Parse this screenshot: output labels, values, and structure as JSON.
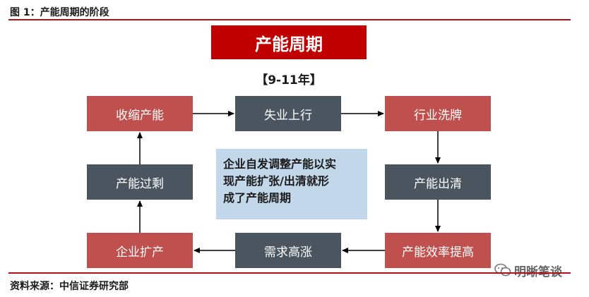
{
  "figure": {
    "title": "图 1：产能周期的阶段",
    "banner": "产能周期",
    "period": "【9-11年】",
    "source": "资料来源：中信证券研究部",
    "watermark": "明晰笔谈"
  },
  "nodes": {
    "shrink": "收缩产能",
    "unemployment": "失业上行",
    "shuffle": "行业洗牌",
    "overcapacity": "产能过剩",
    "clearing": "产能出清",
    "expansion": "企业扩产",
    "demand": "需求高涨",
    "efficiency": "产能效率提高"
  },
  "center_note": {
    "line1": "企业自发调整产能以实",
    "line2": "现产能扩张/出清就形",
    "line3": "成了产能周期"
  },
  "colors": {
    "rule": "#b0101a",
    "banner": "#c00000",
    "red_box": "#c0504d",
    "dark_box": "#4a5560",
    "note_box": "#c2d8ea"
  }
}
